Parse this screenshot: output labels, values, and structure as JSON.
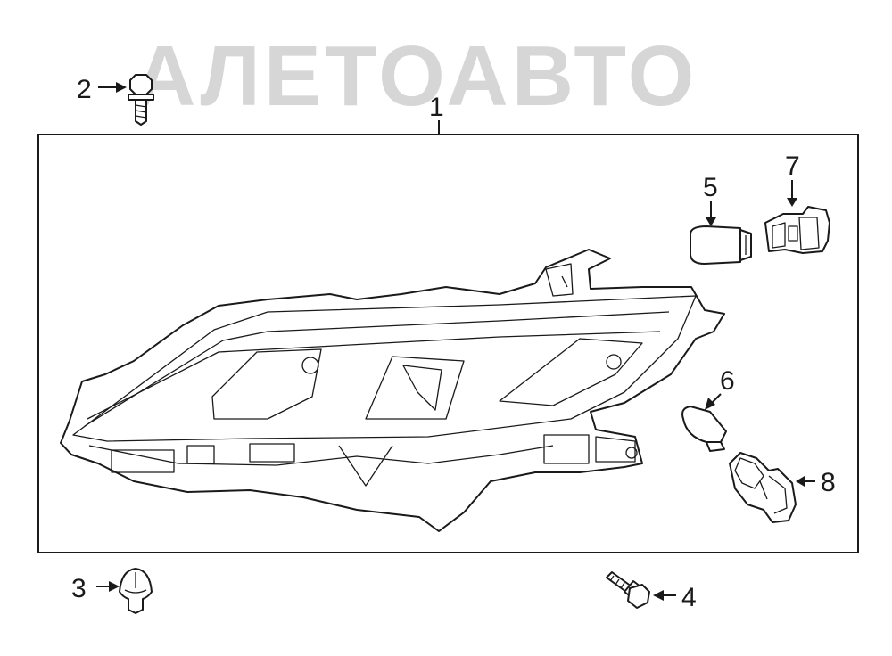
{
  "watermark": {
    "text": "АЛЕТОАВТО",
    "color": "#d6d6d6"
  },
  "colors": {
    "line": "#1a1a1a",
    "background": "#ffffff"
  },
  "callouts": [
    {
      "id": "1",
      "label": "1",
      "part": "headlamp-assembly"
    },
    {
      "id": "2",
      "label": "2",
      "part": "bolt"
    },
    {
      "id": "3",
      "label": "3",
      "part": "clip"
    },
    {
      "id": "4",
      "label": "4",
      "part": "flange-bolt"
    },
    {
      "id": "5",
      "label": "5",
      "part": "bulb"
    },
    {
      "id": "6",
      "label": "6",
      "part": "bulb"
    },
    {
      "id": "7",
      "label": "7",
      "part": "socket"
    },
    {
      "id": "8",
      "label": "8",
      "part": "socket-with-bulb"
    }
  ]
}
